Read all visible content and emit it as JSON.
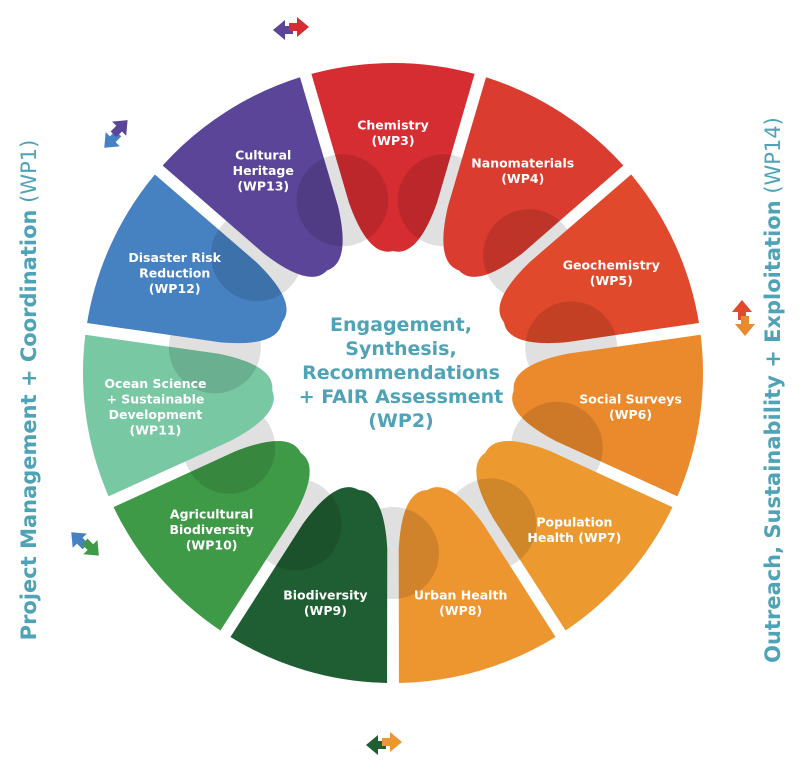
{
  "center": {
    "lines": [
      "Engagement,",
      "Synthesis,",
      "Recommendations",
      "+ FAIR Assessment",
      "(WP2)"
    ]
  },
  "left_caption": {
    "bold": "Project Management + Coordination",
    "normal": " (WP1)"
  },
  "right_caption": {
    "bold": "Outreach, Sustainability + Exploitation",
    "normal": " (WP14)"
  },
  "segments": [
    {
      "id": "wp3",
      "lines": [
        "Chemistry",
        "(WP3)"
      ],
      "color": "#d62d32"
    },
    {
      "id": "wp4",
      "lines": [
        "Nanomaterials",
        "(WP4)"
      ],
      "color": "#da3c2f"
    },
    {
      "id": "wp5",
      "lines": [
        "Geochemistry",
        "(WP5)"
      ],
      "color": "#e0492b"
    },
    {
      "id": "wp6",
      "lines": [
        "Social Surveys",
        "(WP6)"
      ],
      "color": "#ea8a2d"
    },
    {
      "id": "wp7",
      "lines": [
        "Population",
        "Health (WP7)"
      ],
      "color": "#ec9a30"
    },
    {
      "id": "wp8",
      "lines": [
        "Urban Health",
        "(WP8)"
      ],
      "color": "#ed9630"
    },
    {
      "id": "wp9",
      "lines": [
        "Biodiversity",
        "(WP9)"
      ],
      "color": "#1f5e32"
    },
    {
      "id": "wp10",
      "lines": [
        "Agricultural",
        "Biodiversity",
        "(WP10)"
      ],
      "color": "#3f9a48"
    },
    {
      "id": "wp11",
      "lines": [
        "Ocean Science",
        "+ Sustainable",
        "Development",
        "(WP11)"
      ],
      "color": "#79c8a4"
    },
    {
      "id": "wp12",
      "lines": [
        "Disaster Risk",
        "Reduction",
        "(WP12)"
      ],
      "color": "#4681c1"
    },
    {
      "id": "wp13",
      "lines": [
        "Cultural",
        "Heritage",
        "(WP13)"
      ],
      "color": "#5a4598"
    }
  ],
  "arrows": [
    {
      "id": "top",
      "colors": [
        "#5a4598",
        "#d62d32"
      ]
    },
    {
      "id": "right",
      "colors": [
        "#e0492b",
        "#ea8a2d"
      ]
    },
    {
      "id": "bottom",
      "colors": [
        "#1f5e32",
        "#ed9630"
      ]
    },
    {
      "id": "left",
      "colors": [
        "#4681c1",
        "#3f9a48"
      ]
    },
    {
      "id": "tl",
      "colors": [
        "#4681c1",
        "#5a4598"
      ]
    }
  ]
}
